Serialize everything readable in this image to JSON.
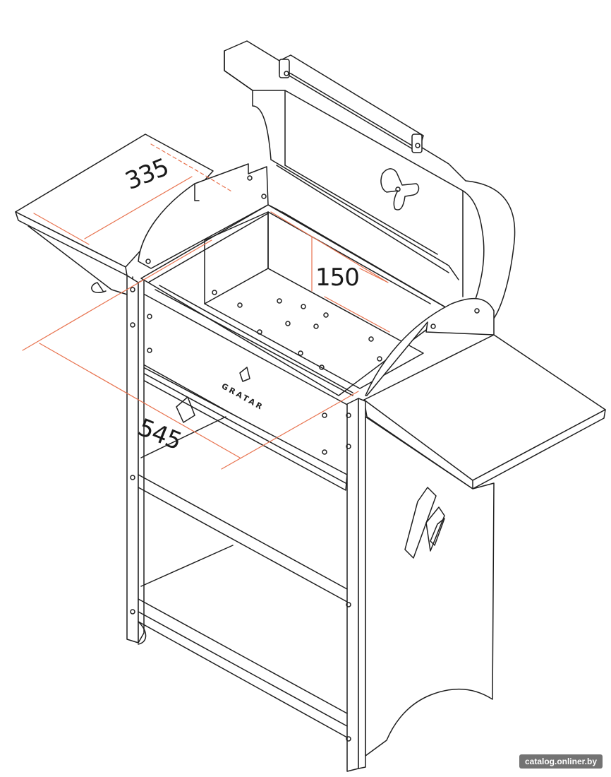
{
  "diagram": {
    "colors": {
      "line": "#1f1f1f",
      "dimension": "#e8734f",
      "background": "#ffffff"
    },
    "dimensions": {
      "width": "335",
      "depth": "150",
      "length": "545"
    },
    "brand_text": "GRATAR",
    "watermark": "catalog.onliner.by"
  }
}
